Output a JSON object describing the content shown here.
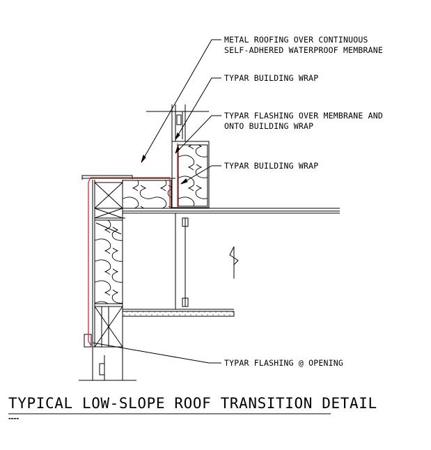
{
  "callouts": [
    {
      "id": "metal-roofing",
      "lines": [
        "METAL ROOFING OVER CONTINUOUS",
        "SELF-ADHERED WATERPROOF MEMBRANE"
      ]
    },
    {
      "id": "typar-wrap-upper",
      "lines": [
        "TYPAR BUILDING WRAP"
      ]
    },
    {
      "id": "typar-flashing-membrane",
      "lines": [
        "TYPAR FLASHING OVER MEMBRANE AND",
        "ONTO BUILDING WRAP"
      ]
    },
    {
      "id": "typar-wrap-lower",
      "lines": [
        "TYPAR BUILDING WRAP"
      ]
    },
    {
      "id": "typar-flashing-opening",
      "lines": [
        "TYPAR FLASHING @ OPENING"
      ]
    }
  ],
  "title": "TYPICAL LOW-SLOPE ROOF TRANSITION DETAIL",
  "colors": {
    "line": "#000000",
    "membrane": "#d42a2a",
    "background": "#ffffff"
  }
}
